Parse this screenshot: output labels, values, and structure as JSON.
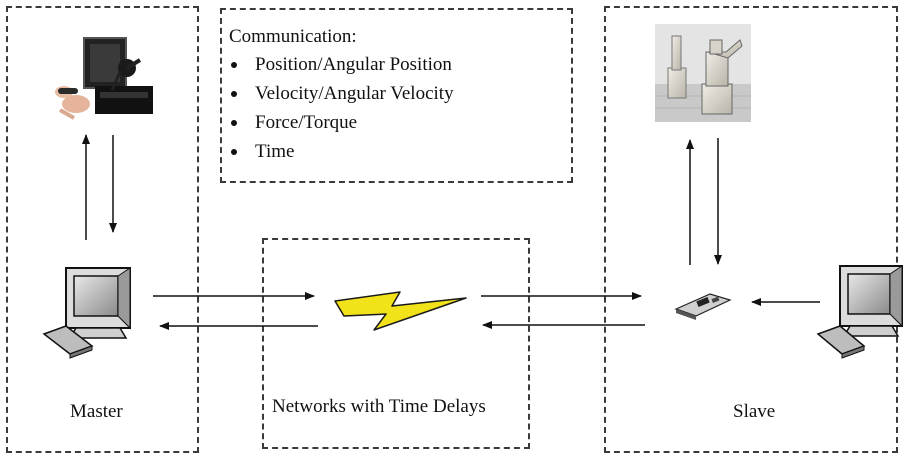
{
  "communication": {
    "title": "Communication:",
    "items": [
      "Position/Angular Position",
      "Velocity/Angular Velocity",
      "Force/Torque",
      "Time"
    ]
  },
  "labels": {
    "master": "Master",
    "network": "Networks with Time Delays",
    "slave": "Slave"
  },
  "icons": {
    "haptic": "haptic-device-icon",
    "master_computer": "computer-icon",
    "network": "lightning-bolt-icon",
    "robot": "robot-arm-icon",
    "controller": "controller-board-icon",
    "slave_computer": "computer-icon"
  },
  "colors": {
    "bolt": "#f2e21a",
    "border": "#3a3a3a"
  }
}
